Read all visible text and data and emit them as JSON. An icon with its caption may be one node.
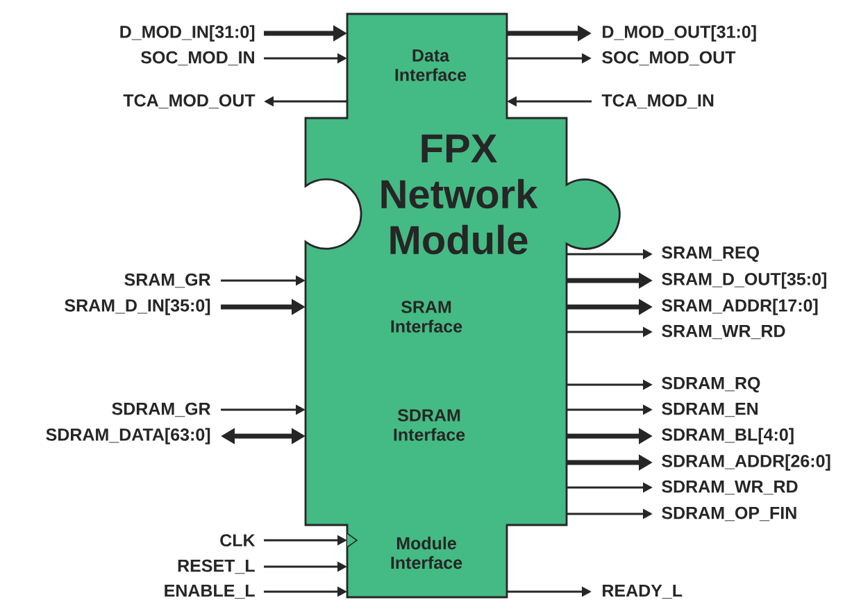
{
  "diagram": {
    "nodes": [
      {
        "text": [
          "Data Interface",
          "FPX Network Module",
          "SRAM Interface",
          "SDRAM Interface",
          "Module Interface"
        ]
      },
      {
        "text": [
          "D_MOD_IN[31:0]"
        ]
      },
      {
        "text": [
          "D_MOD_OUT[31:0]"
        ]
      },
      {
        "text": [
          "SOC_MOD_IN"
        ]
      },
      {
        "text": [
          "SOC_MOD_OUT"
        ]
      },
      {
        "text": [
          "TCA_MOD_OUT"
        ]
      },
      {
        "text": [
          "TCA_MOD_IN"
        ]
      },
      {
        "text": [
          "SRAM_REQ"
        ]
      },
      {
        "text": [
          "SRAM_GR"
        ]
      },
      {
        "text": [
          "SRAM_D_OUT[35:0]"
        ]
      },
      {
        "text": [
          "SRAM_D_IN[35:0]"
        ]
      },
      {
        "text": [
          "SRAM_ADDR[17:0]"
        ]
      },
      {
        "text": [
          "SRAM_WR_RD"
        ]
      },
      {
        "text": [
          "SDRAM_RQ"
        ]
      },
      {
        "text": [
          "SDRAM_GR"
        ]
      },
      {
        "text": [
          "SDRAM_EN"
        ]
      },
      {
        "text": [
          "SDRAM_DATA[63:0]"
        ]
      },
      {
        "text": [
          "SDRAM_BL[4:0]"
        ]
      },
      {
        "text": [
          "SDRAM_ADDR[26:0]"
        ]
      },
      {
        "text": [
          "SDRAM_WR_RD"
        ]
      },
      {
        "text": [
          "SDRAM_OP_FIN"
        ]
      },
      {
        "text": [
          "CLK"
        ]
      },
      {
        "text": [
          "RESET_L"
        ]
      },
      {
        "text": [
          "ENABLE_L"
        ]
      },
      {
        "text": [
          "READY_L"
        ]
      }
    ],
    "edges": [
      {
        "from": 1,
        "to": 0,
        "arrow": "to",
        "style": "thick"
      },
      {
        "from": 0,
        "to": 2,
        "arrow": "to",
        "style": "thick"
      },
      {
        "from": 3,
        "to": 0,
        "arrow": "to"
      },
      {
        "from": 0,
        "to": 4,
        "arrow": "to"
      },
      {
        "from": 0,
        "to": 5,
        "arrow": "to"
      },
      {
        "from": 6,
        "to": 0,
        "arrow": "to"
      },
      {
        "from": 0,
        "to": 7,
        "arrow": "to"
      },
      {
        "from": 8,
        "to": 0,
        "arrow": "to"
      },
      {
        "from": 0,
        "to": 9,
        "arrow": "to",
        "style": "thick"
      },
      {
        "from": 10,
        "to": 0,
        "arrow": "to",
        "style": "thick"
      },
      {
        "from": 0,
        "to": 11,
        "arrow": "to",
        "style": "thick"
      },
      {
        "from": 0,
        "to": 12,
        "arrow": "to"
      },
      {
        "from": 0,
        "to": 13,
        "arrow": "to"
      },
      {
        "from": 14,
        "to": 0,
        "arrow": "to"
      },
      {
        "from": 0,
        "to": 15,
        "arrow": "to"
      },
      {
        "from": 16,
        "to": 0,
        "arrow": "both",
        "style": "thick"
      },
      {
        "from": 0,
        "to": 17,
        "arrow": "to",
        "style": "thick"
      },
      {
        "from": 0,
        "to": 18,
        "arrow": "to",
        "style": "thick"
      },
      {
        "from": 0,
        "to": 19,
        "arrow": "to"
      },
      {
        "from": 0,
        "to": 20,
        "arrow": "to"
      },
      {
        "from": 21,
        "to": 0,
        "arrow": "to"
      },
      {
        "from": 22,
        "to": 0,
        "arrow": "to"
      },
      {
        "from": 23,
        "to": 0,
        "arrow": "to"
      },
      {
        "from": 0,
        "to": 24,
        "arrow": "to"
      }
    ]
  }
}
